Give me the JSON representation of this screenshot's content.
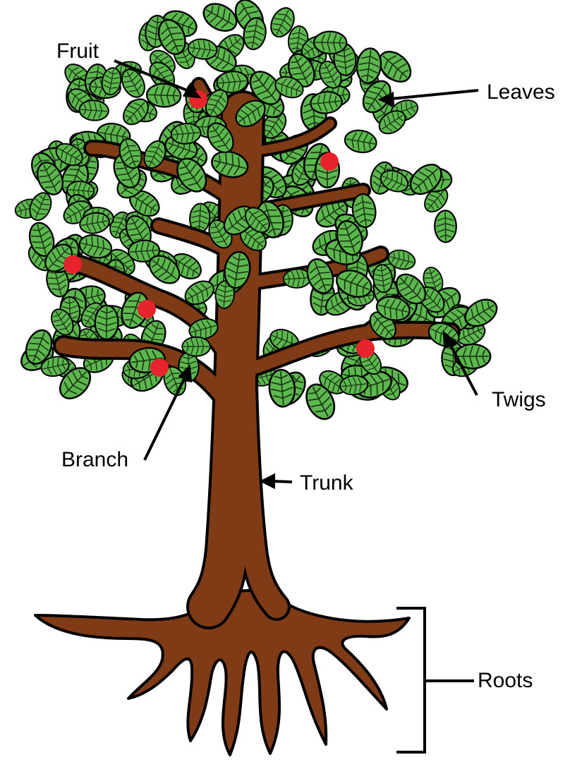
{
  "labels": {
    "fruit": "Fruit",
    "leaves": "Leaves",
    "twigs": "Twigs",
    "branch": "Branch",
    "trunk": "Trunk",
    "roots": "Roots"
  },
  "colors": {
    "bark": "#7f3a16",
    "leaf": "#5cb84e",
    "leaf_vein": "#1b3a15",
    "outline": "#000000",
    "fruit": "#e8232c",
    "background": "#ffffff"
  }
}
